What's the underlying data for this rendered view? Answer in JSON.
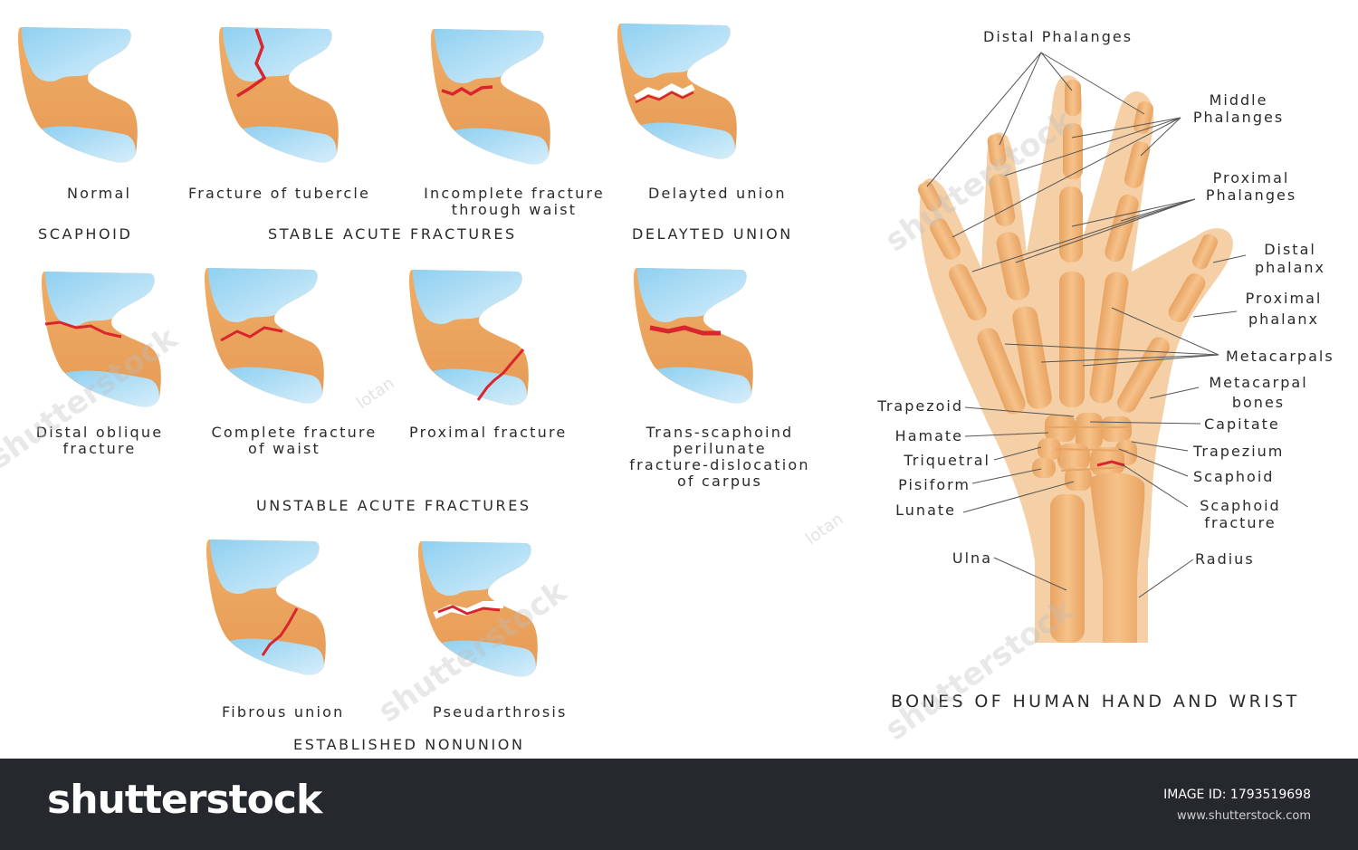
{
  "scaphoid_panels": {
    "normal": "Normal",
    "tubercle": "Fracture of tubercle",
    "incomplete_1": "Incomplete fracture",
    "incomplete_2": "through waist",
    "delayted_union": "Delayted union",
    "distal_oblique_1": "Distal oblique",
    "distal_oblique_2": "fracture",
    "complete_1": "Complete fracture",
    "complete_2": "of waist",
    "proximal": "Proximal fracture",
    "trans_1": "Trans-scaphoind",
    "trans_2": "perilunate",
    "trans_3": "fracture-dislocation",
    "trans_4": "of carpus",
    "fibrous": "Fibrous union",
    "pseudarthrosis": "Pseudarthrosis"
  },
  "groups": {
    "scaphoid": "SCAPHOID",
    "stable": "STABLE ACUTE FRACTURES",
    "delayted": "DELAYTED UNION",
    "unstable": "UNSTABLE ACUTE FRACTURES",
    "nonunion": "ESTABLISHED NONUNION"
  },
  "hand": {
    "title": "BONES OF HUMAN HAND AND WRIST",
    "distal_phalanges": "Distal Phalanges",
    "middle_1": "Middle",
    "middle_2": "Phalanges",
    "proximal_1": "Proximal",
    "proximal_2": "Phalanges",
    "distal_phalanx_1": "Distal",
    "distal_phalanx_2": "phalanx",
    "proximal_phalanx_1": "Proximal",
    "proximal_phalanx_2": "phalanx",
    "metacarpals": "Metacarpals",
    "metacarpal_bones_1": "Metacarpal",
    "metacarpal_bones_2": "bones",
    "capitate": "Capitate",
    "trapezium": "Trapezium",
    "scaphoid": "Scaphoid",
    "scaphoid_fracture_1": "Scaphoid",
    "scaphoid_fracture_2": "fracture",
    "radius": "Radius",
    "trapezoid": "Trapezoid",
    "hamate": "Hamate",
    "triquetral": "Triquetral",
    "pisiform": "Pisiform",
    "lunate": "Lunate",
    "ulna": "Ulna"
  },
  "footer": {
    "brand": "shutterstock",
    "image_id": "IMAGE ID: 1793519698",
    "site": "www.shutterstock.com"
  },
  "watermarks": {
    "brand": "shutterstock",
    "author": "lotan"
  },
  "colors": {
    "bone": "#eca35f",
    "cartilage": "#b9e2f7",
    "fracture": "#d9252e",
    "hand_skin": "#f5cfa6",
    "footer_bg": "#25282c"
  }
}
